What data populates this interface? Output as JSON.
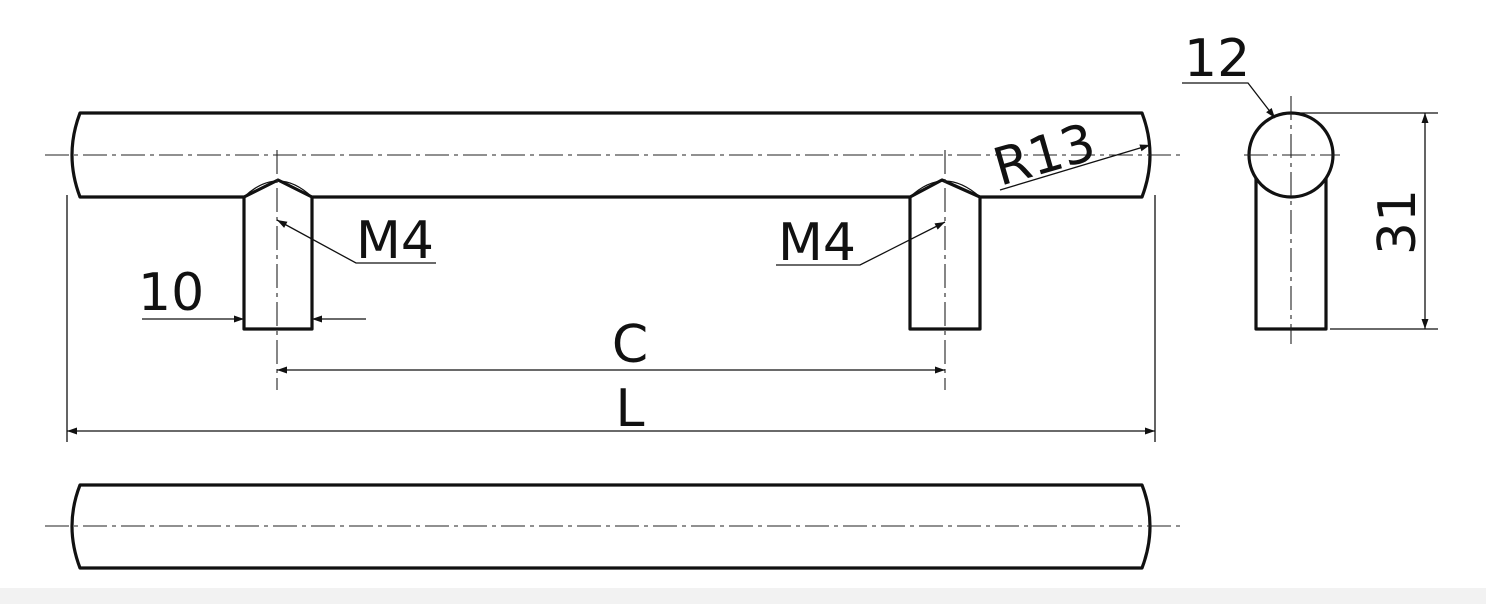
{
  "drawing": {
    "labels": {
      "m4_left": "M4",
      "m4_right": "M4",
      "dim_10": "10",
      "dim_c": "C",
      "dim_l": "L",
      "dim_r13": "R13",
      "dim_12": "12",
      "dim_31": "31"
    },
    "line_color": "#111111",
    "background": "#ffffff"
  }
}
